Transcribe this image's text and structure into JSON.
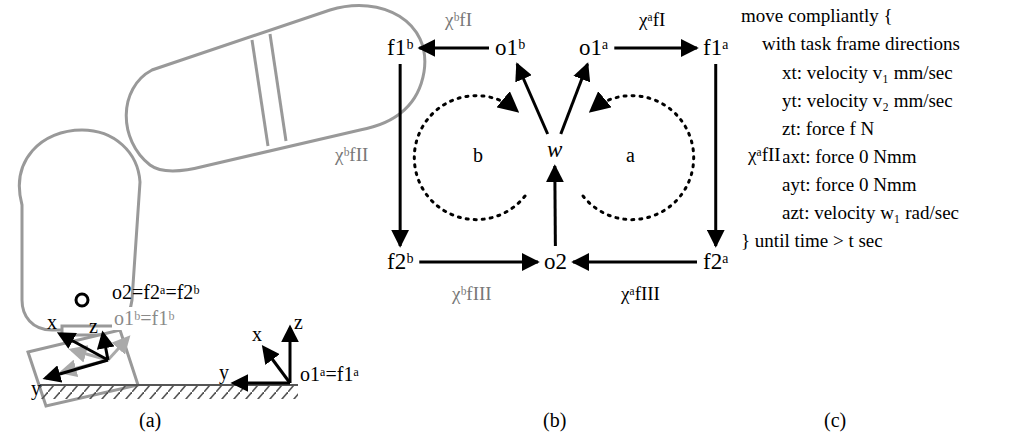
{
  "diagram": {
    "nodes": [
      {
        "text": [
          "f1ᵇ"
        ]
      },
      {
        "text": [
          "o1ᵇ"
        ]
      },
      {
        "text": [
          "o1ᵃ"
        ]
      },
      {
        "text": [
          "f1ᵃ"
        ]
      },
      {
        "text": [
          "w"
        ]
      },
      {
        "text": [
          "f2ᵇ"
        ]
      },
      {
        "text": [
          "o2"
        ]
      },
      {
        "text": [
          "f2ᵃ"
        ]
      }
    ],
    "edges": [
      {
        "from": 1,
        "to": 0,
        "label": "χᵇfI",
        "arrow": "to"
      },
      {
        "from": 2,
        "to": 3,
        "label": "χᵃfI",
        "arrow": "to"
      },
      {
        "from": 0,
        "to": 5,
        "label": "χᵇfII",
        "arrow": "to"
      },
      {
        "from": 3,
        "to": 7,
        "label": "χᵃfII",
        "arrow": "to"
      },
      {
        "from": 5,
        "to": 6,
        "label": "χᵇfIII",
        "arrow": "to"
      },
      {
        "from": 7,
        "to": 6,
        "label": "χᵃfIII",
        "arrow": "to"
      },
      {
        "from": 4,
        "to": 1,
        "arrow": "to"
      },
      {
        "from": 4,
        "to": 2,
        "arrow": "to"
      },
      {
        "from": 6,
        "to": 4,
        "arrow": "to"
      }
    ],
    "labels": [
      "o2=f2ᵃ=f2ᵇ",
      "o1ᵇ=f1ᵇ",
      "o1ᵃ=f1ᵃ",
      "x",
      "y",
      "z",
      "x",
      "y",
      "z",
      "b",
      "a",
      "move compliantly {",
      "with task frame directions",
      "xt: velocity v₁ mm/sec",
      "yt: velocity v₂ mm/sec",
      "zt: force f N",
      "axt: force 0 Nmm",
      "ayt: force 0 Nmm",
      "azt: velocity w₁ rad/sec",
      "} until time > t sec",
      "(a)",
      "(b)",
      "(c)"
    ]
  }
}
